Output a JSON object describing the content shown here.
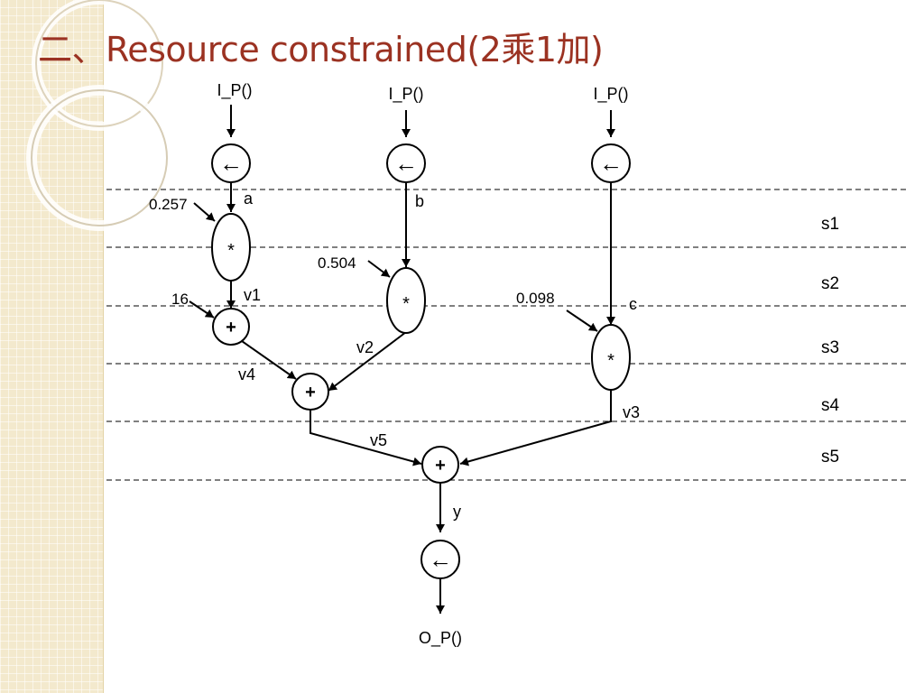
{
  "title": "二、Resource constrained(2乘1加)",
  "inputs": {
    "a": "I_P()",
    "b": "I_P()",
    "c": "I_P()"
  },
  "output": "O_P()",
  "symbols": {
    "io": "←",
    "mul": "*",
    "add": "+"
  },
  "coefficients": {
    "c1": "0.257",
    "c2": "0.504",
    "c3": "0.098",
    "const": "16"
  },
  "edge_labels": {
    "a": "a",
    "b": "b",
    "c": "c",
    "v1": "v1",
    "v2": "v2",
    "v3": "v3",
    "v4": "v4",
    "v5": "v5",
    "y": "y"
  },
  "steps": [
    "s1",
    "s2",
    "s3",
    "s4",
    "s5"
  ],
  "colors": {
    "title": "#9b3222",
    "band": "#f3e9cd"
  }
}
